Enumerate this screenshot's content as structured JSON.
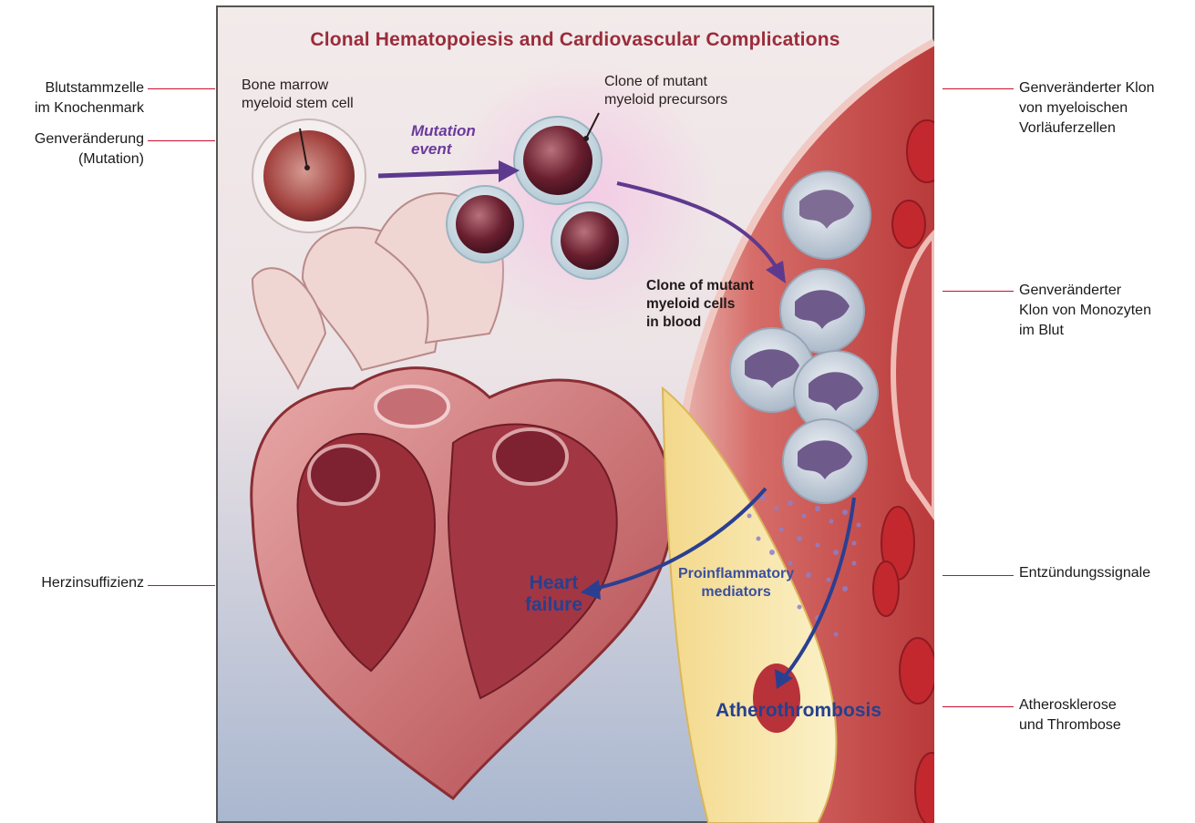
{
  "figure": {
    "title": "Clonal Hematopoiesis and Cardiovascular Complications",
    "captions": {
      "stem_cell": [
        "Bone marrow",
        "myeloid stem cell"
      ],
      "mutation_event": [
        "Mutation",
        "event"
      ],
      "precursors": [
        "Clone of mutant",
        "myeloid precursors"
      ],
      "blood_cells": [
        "Clone of mutant",
        "myeloid cells",
        "in blood"
      ],
      "heart_failure": [
        "Heart",
        "failure"
      ],
      "mediators": [
        "Proinflammatory",
        "mediators"
      ],
      "atherothrombosis": "Atherothrombosis"
    },
    "colors": {
      "title": "#9b2c3a",
      "mutation_arrow": "#5e3a8e",
      "outcome_arrow": "#2b3f91",
      "leader_line": "#c8102e"
    }
  },
  "labels_left": [
    {
      "lines": [
        "Blutstammzelle",
        "im Knochenmark"
      ]
    },
    {
      "lines": [
        "Genveränderung",
        "(Mutation)"
      ]
    },
    {
      "lines": [
        "Herzinsuffizienz"
      ]
    }
  ],
  "labels_right": [
    {
      "lines": [
        "Genveränderter Klon",
        "von myeloischen",
        "Vorläuferzellen"
      ]
    },
    {
      "lines": [
        "Genveränderter",
        "Klon von Monozyten",
        "im Blut"
      ]
    },
    {
      "lines": [
        "Entzündungssignale"
      ]
    },
    {
      "lines": [
        "Atherosklerose",
        "und Thrombose"
      ]
    }
  ]
}
